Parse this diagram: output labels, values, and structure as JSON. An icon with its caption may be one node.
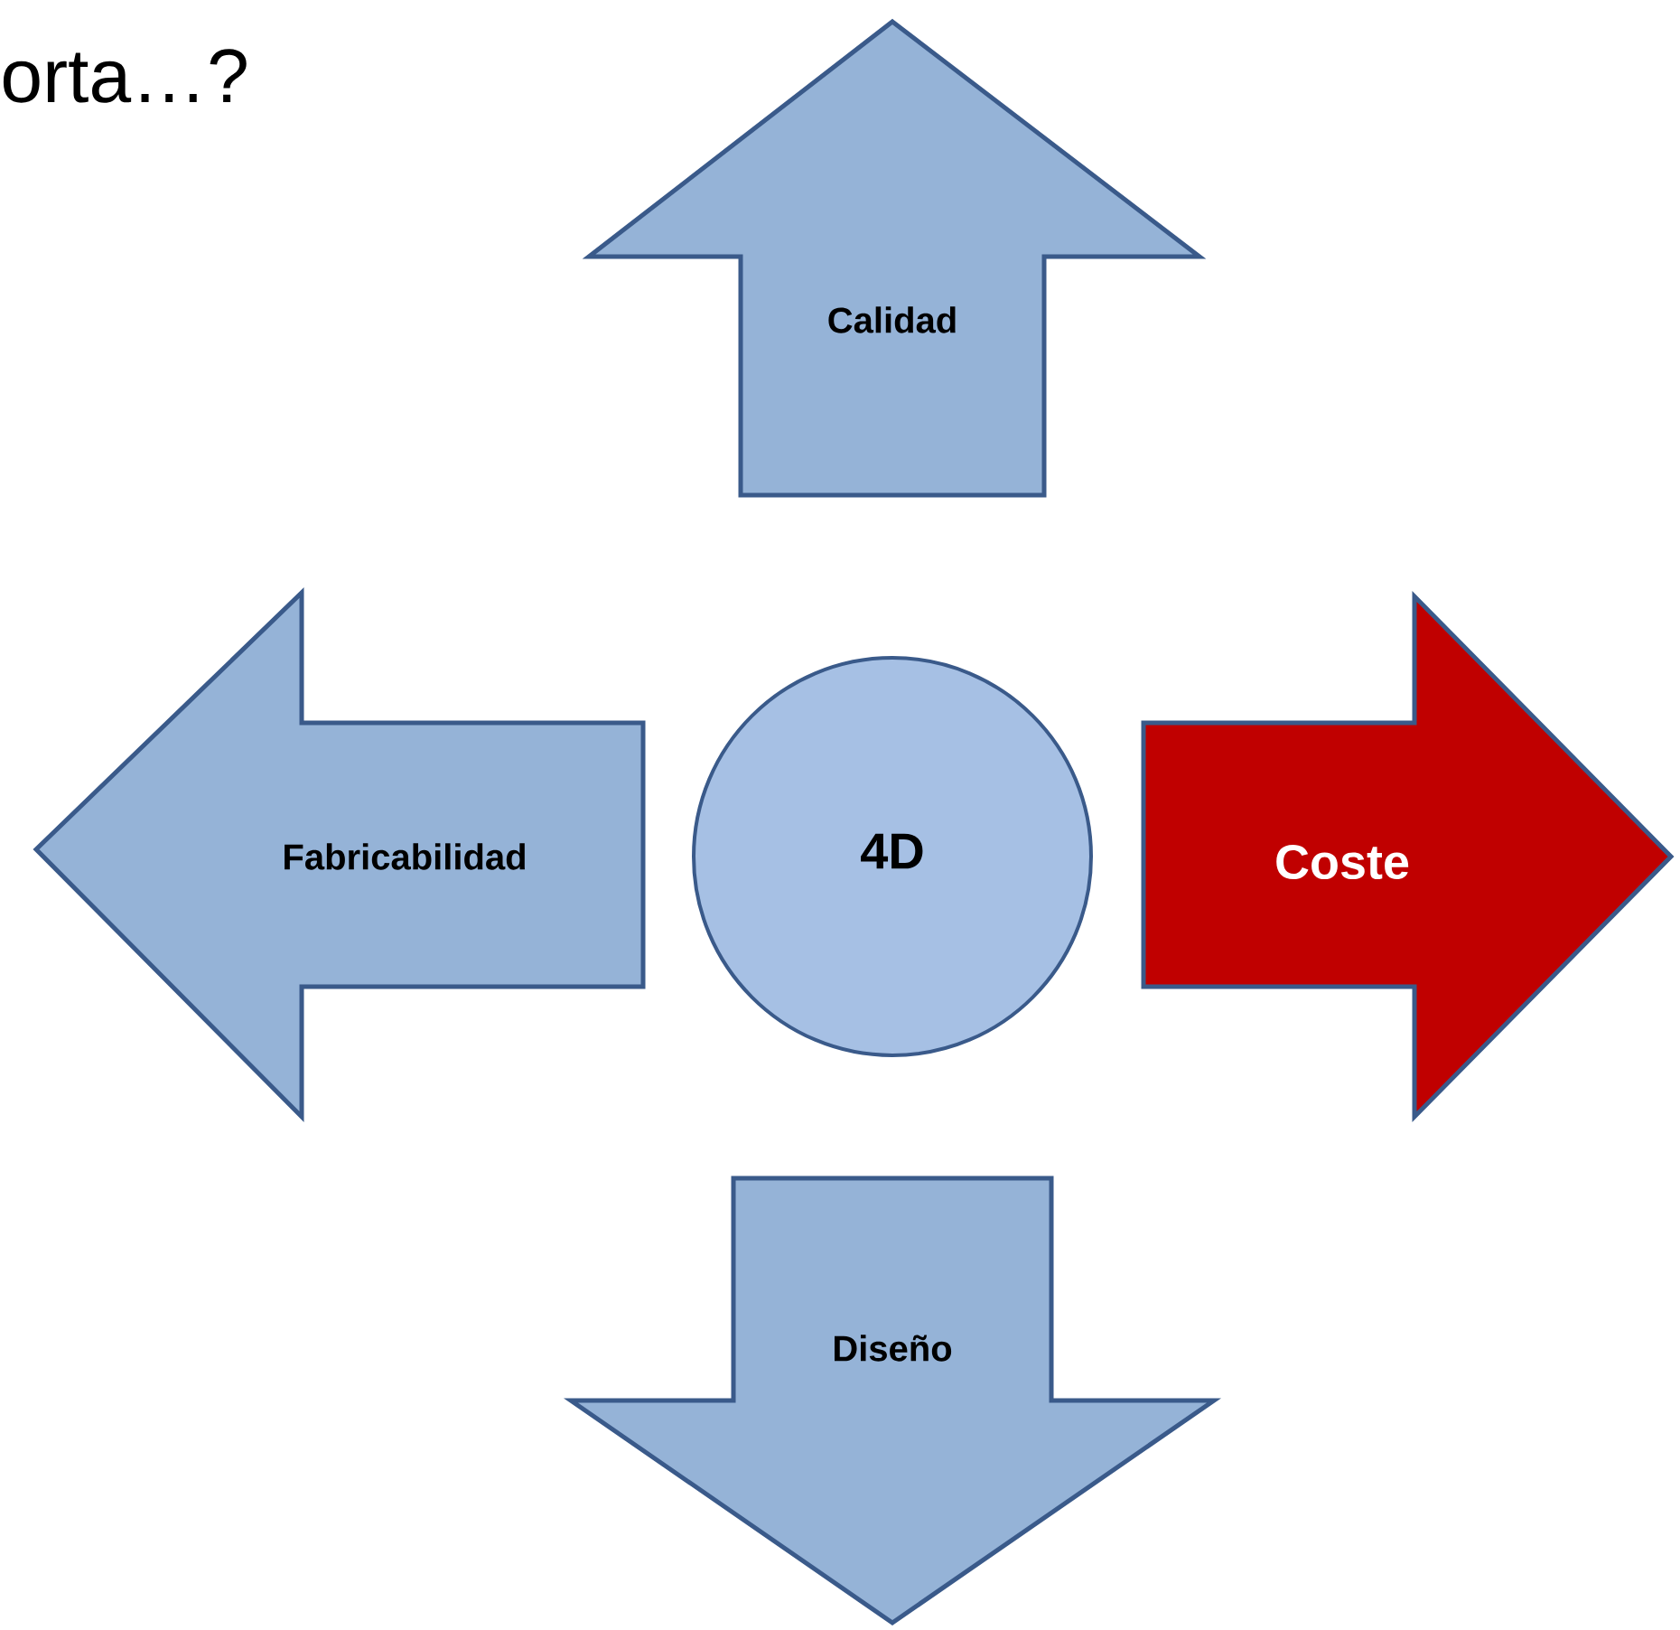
{
  "diagram": {
    "title": "orta…?",
    "nodes": [
      {
        "text": [
          "Calidad"
        ]
      },
      {
        "text": [
          "Fabricabilidad"
        ]
      },
      {
        "text": [
          "4D"
        ]
      },
      {
        "text": [
          "Coste"
        ]
      },
      {
        "text": [
          "Diseño"
        ]
      }
    ]
  }
}
